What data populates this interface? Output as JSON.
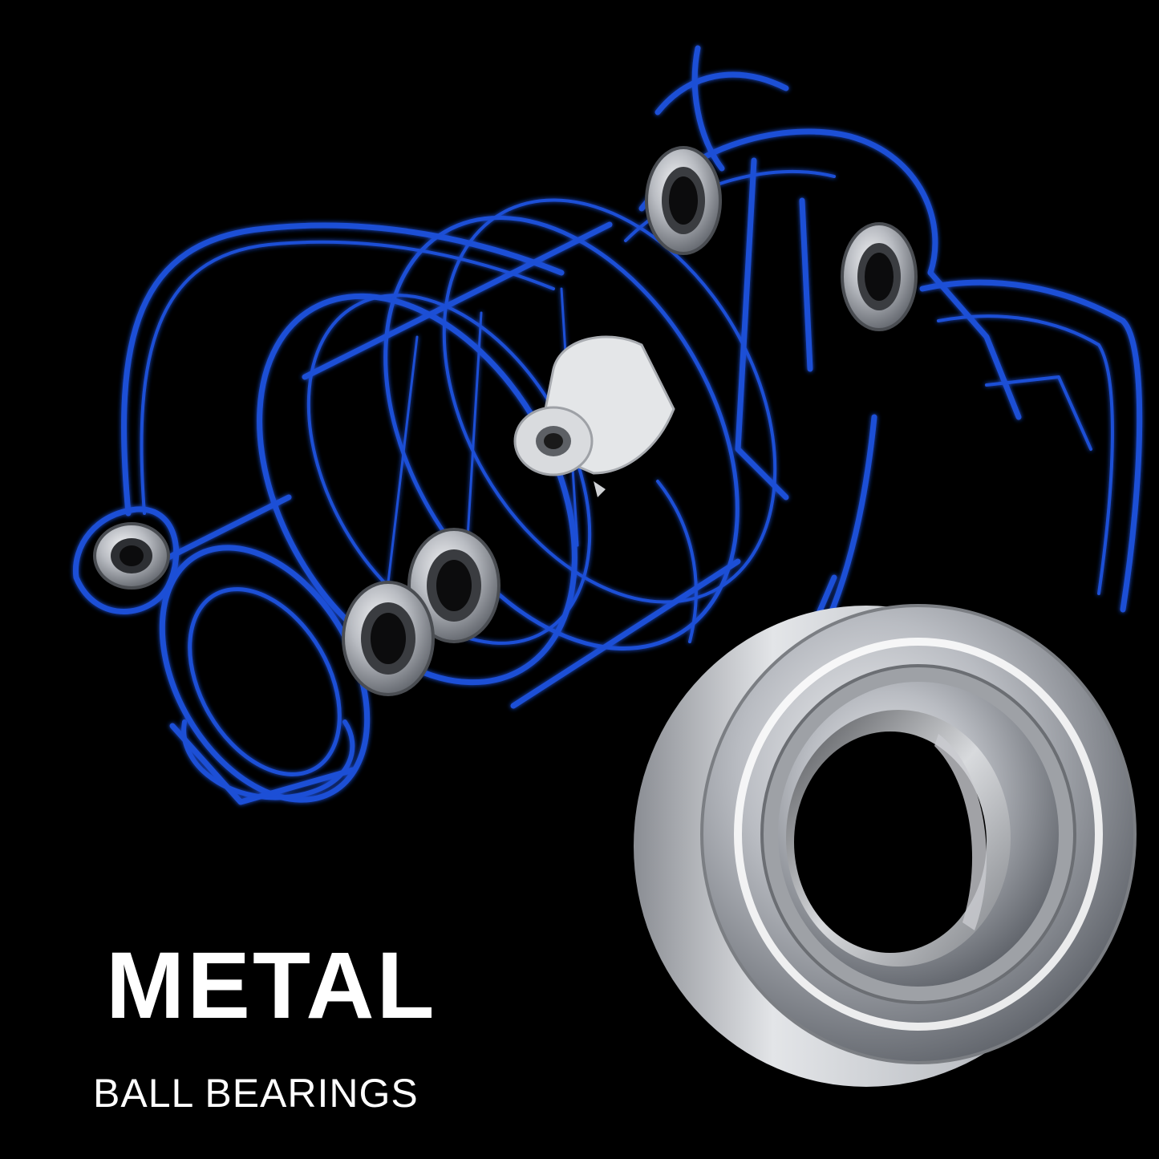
{
  "headline": "METAL",
  "subline": "BALL BEARINGS",
  "colors": {
    "background": "#000000",
    "outline_blue": "#1f4fd6",
    "outline_glow": "#2a6cff",
    "bearing_steel": "#b9bcc2",
    "text": "#ffffff"
  },
  "icons": [
    "fishing-reel-xray-illustration",
    "ball-bearing-icon",
    "line-roller-icon"
  ]
}
